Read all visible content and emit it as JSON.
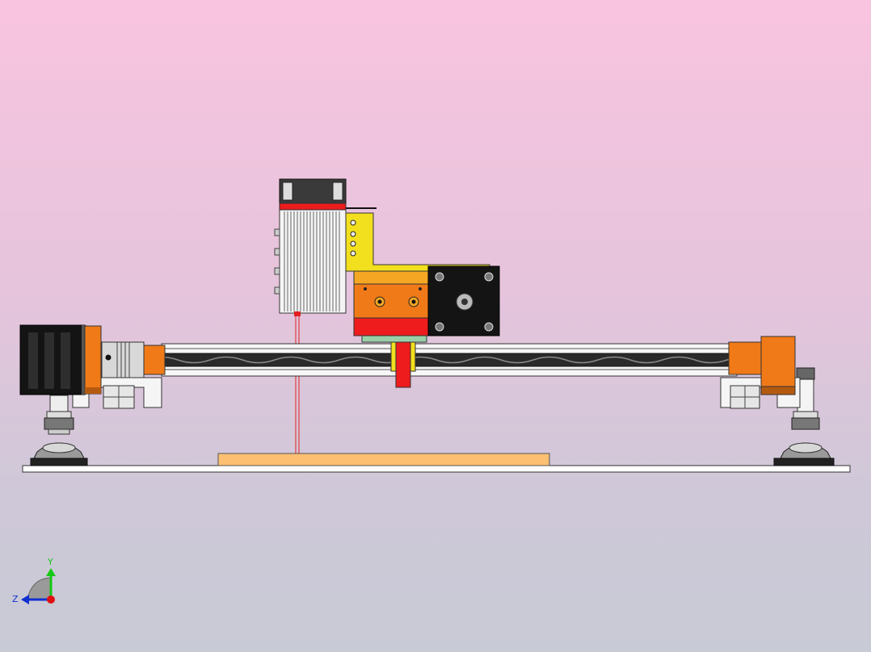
{
  "scene": {
    "title": "",
    "triad": {
      "y_label": "Y",
      "z_label": "Z",
      "x_color": "#e01010",
      "y_color": "#14c814",
      "z_color": "#1030d0"
    },
    "parts": [
      "stepper-motor-left",
      "shaft-coupler",
      "lead-screw",
      "aluminium-extrusion-rail",
      "carriage",
      "laser-module",
      "cooling-fan",
      "stepper-motor-carriage",
      "end-bearing-block-right",
      "leveling-feet",
      "workpiece-board",
      "base-plate",
      "laser-beam"
    ],
    "colors": {
      "printed_orange": "#f07a18",
      "bracket_yellow": "#f2df1e",
      "carriage_red": "#ee1c1c",
      "board_tan": "#fdbf72",
      "laser_red": "#e02020",
      "motor_black": "#141414"
    }
  }
}
